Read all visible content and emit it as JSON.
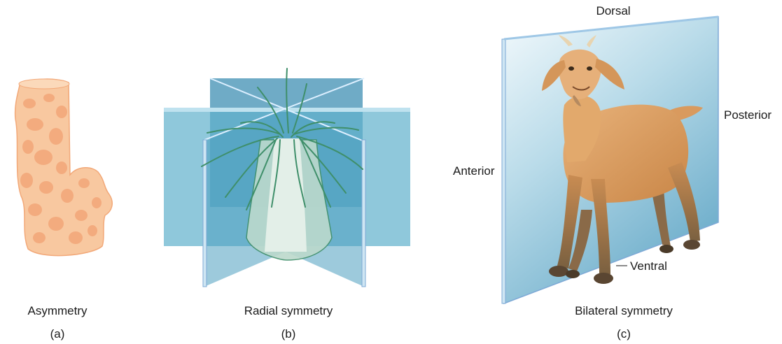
{
  "panels": [
    {
      "caption": "Asymmetry",
      "letter": "(a)"
    },
    {
      "caption": "Radial symmetry",
      "letter": "(b)"
    },
    {
      "caption": "Bilateral symmetry",
      "letter": "(c)"
    }
  ],
  "axes": {
    "dorsal": "Dorsal",
    "ventral": "Ventral",
    "anterior": "Anterior",
    "posterior": "Posterior"
  },
  "colors": {
    "sponge_fill": "#f8c8a0",
    "sponge_spots": "#f0a878",
    "plane_blue": "#5fa9c4",
    "plane_light": "#dbeef5",
    "anemone_body": "#cfe6d8",
    "tentacle_green": "#3f8f6a",
    "goat_tan": "#d99a5e"
  }
}
